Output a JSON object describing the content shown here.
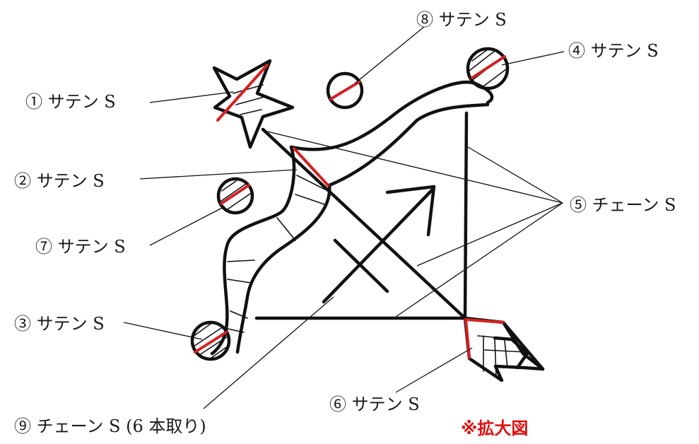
{
  "colors": {
    "ink": "#111111",
    "satin_mark": "#d62020",
    "note": "#e01010"
  },
  "labels": {
    "l1": "① サテン S",
    "l2": "② サテン S",
    "l3": "③ サテン S",
    "l4": "④ サテン S",
    "l5": "⑤ チェーン S",
    "l6": "⑥ サテン S",
    "l7": "⑦ サテン S",
    "l8": "⑧ サテン S",
    "l9": "⑨ チェーン S (6 本取り)"
  },
  "note": "※拡大図"
}
